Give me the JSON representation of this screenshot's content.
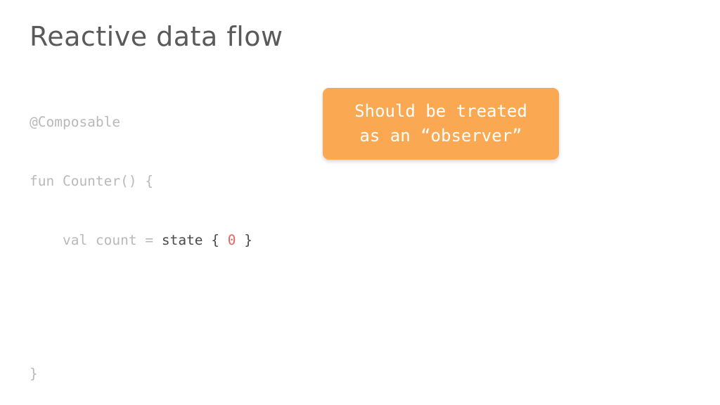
{
  "slide": {
    "title": "Reactive data flow",
    "background_color": "#ffffff",
    "title_color": "#5a5a5a"
  },
  "code": {
    "language": "kotlin",
    "lines": [
      {
        "parts": [
          {
            "text": "@Composable",
            "style": "dim"
          }
        ]
      },
      {
        "parts": [
          {
            "text": "fun Counter() {",
            "style": "dim"
          }
        ]
      },
      {
        "parts": [
          {
            "text": "    val count = ",
            "style": "dim"
          },
          {
            "text": "state",
            "style": "strong"
          },
          {
            "text": " { ",
            "style": "strong"
          },
          {
            "text": "0",
            "style": "num"
          },
          {
            "text": " }",
            "style": "strong"
          }
        ]
      }
    ],
    "closing_line": "}"
  },
  "callout": {
    "lines": [
      "Should be treated",
      "as an “observer”"
    ],
    "background_color": "#faa851",
    "text_color": "#ffffff"
  }
}
